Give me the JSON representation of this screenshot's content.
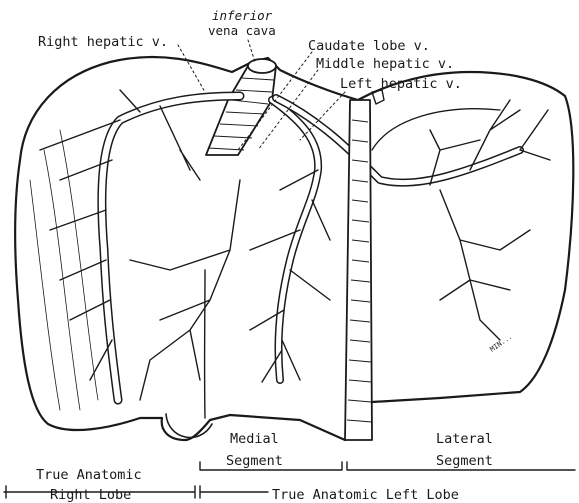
{
  "labels": {
    "ivc_line1": "inferior",
    "ivc_line2": "vena cava",
    "right_hepatic": "Right hepatic v.",
    "caudate": "Caudate lobe v.",
    "middle_hepatic": "Middle hepatic v.",
    "left_hepatic": "Left hepatic v.",
    "signature": "MIN..."
  },
  "segments": {
    "medial_line1": "Medial",
    "medial_line2": "Segment",
    "lateral_line1": "Lateral",
    "lateral_line2": "Segment",
    "right_lobe_line1": "True Anatomic",
    "right_lobe_line2": "Right Lobe",
    "left_lobe": "True Anatomic Left Lobe"
  },
  "colors": {
    "ink": "#1a1a1a",
    "paper": "#ffffff"
  }
}
